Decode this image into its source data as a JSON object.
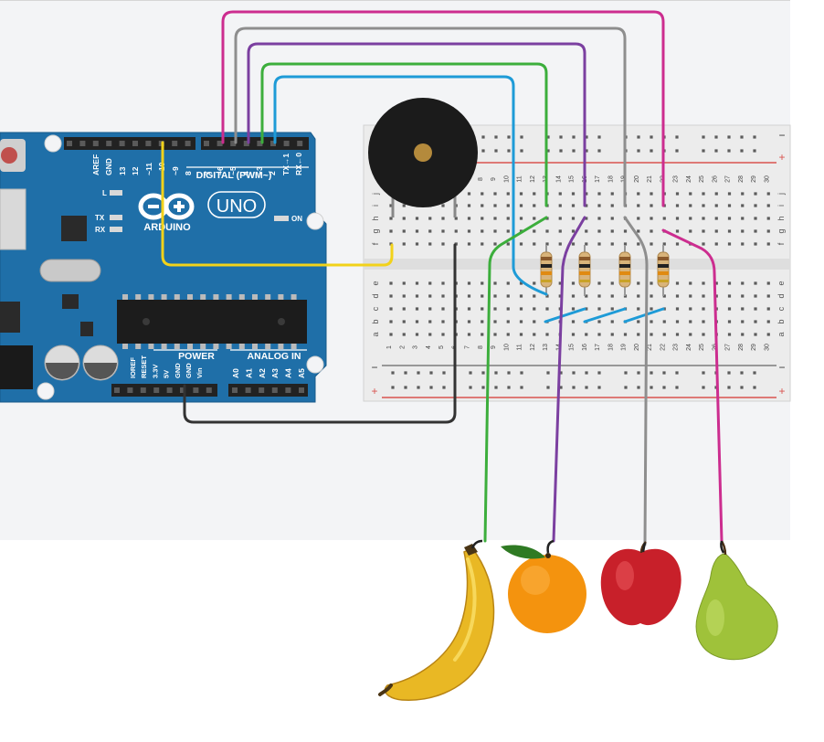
{
  "board": {
    "logo_text": "ARDUINO",
    "model": "UNO",
    "digital_label": "DIGITAL (PWM~)",
    "power_label": "POWER",
    "analog_label": "ANALOG IN",
    "led_l": "L",
    "led_tx": "TX",
    "led_rx": "RX",
    "led_on": "ON",
    "top_pins": [
      "AREF",
      "GND",
      "13",
      "12",
      "~11",
      "~10",
      "~9",
      "8",
      "7",
      "~6",
      "~5",
      "4",
      "~3",
      "2",
      "TX→1",
      "RX←0"
    ],
    "power_pins": [
      "IOREF",
      "RESET",
      "3.3V",
      "5V",
      "GND",
      "GND",
      "Vin"
    ],
    "analog_pins": [
      "A0",
      "A1",
      "A2",
      "A3",
      "A4",
      "A5"
    ]
  },
  "breadboard": {
    "col_numbers": [
      "1",
      "2",
      "3",
      "4",
      "5",
      "6",
      "7",
      "8",
      "9",
      "10",
      "11",
      "12",
      "13",
      "14",
      "15",
      "16",
      "17",
      "18",
      "19",
      "20",
      "21",
      "22",
      "23",
      "24",
      "25",
      "26",
      "27",
      "28",
      "29",
      "30"
    ],
    "row_letters_top": [
      "j",
      "i",
      "h",
      "g",
      "f"
    ],
    "row_letters_bottom": [
      "e",
      "d",
      "c",
      "b",
      "a"
    ],
    "rail_minus": "−",
    "rail_plus": "+"
  },
  "colors": {
    "board": "#1f6fa8",
    "wire_magenta": "#cc2d8f",
    "wire_gray": "#8e8e8e",
    "wire_purple": "#7b3fa0",
    "wire_green": "#3cae3c",
    "wire_blue": "#1e9bd7",
    "wire_yellow": "#f2d21a",
    "wire_black": "#333333"
  },
  "fruits": [
    "banana",
    "orange",
    "apple",
    "pear"
  ]
}
